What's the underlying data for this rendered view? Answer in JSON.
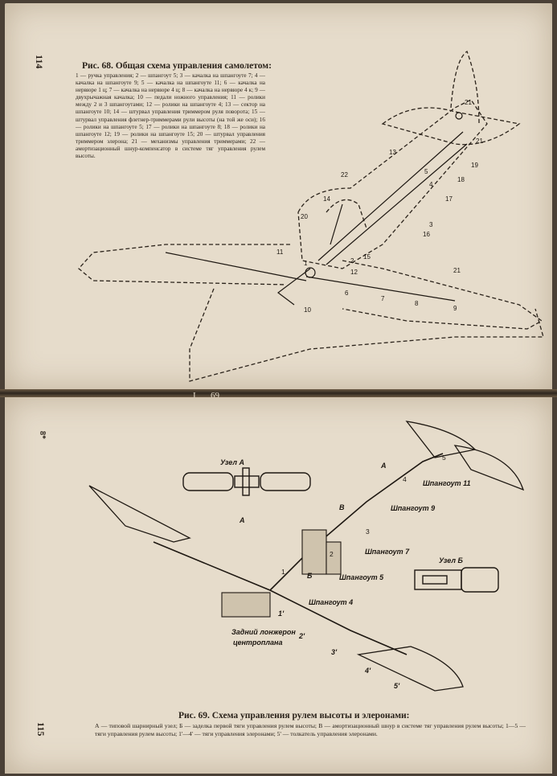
{
  "top_page": {
    "page_number": "114",
    "figure_title": "Рис. 68. Общая схема управления самолетом:",
    "legend": "1 — ручка управления; 2 — шпангоут 5; 3 — качалка на шпангоуте 7; 4 — качалка на шпангоуте 9; 5 — качалка на шпангоуте 11; 6 — качалка на нервюре 1 ц; 7 — качалка на нервюре 4 ц; 8 — качалка на нервюре 4 к; 9 — двухрычажная качалка; 10 — педали ножного управления; 11 — ролики между 2 и 3 шпангоутами; 12 — ролики на шпангоуте 4; 13 — сектор на шпангоуте 10; 14 — штурвал управления триммером руля поворота; 15 — штурвал управления флетнер-триммерами рули высоты (на той же оси); 16 — ролики на шпангоуте 5; 17 — ролики на шпангоуте 8; 18 — ролики на шпангоуте 12; 19 — ролики на шпангоуте 15; 20 — штурвал управления триммером элерона; 21 — механизмы управления триммерами; 22 — амортизационный шнур-компенсатор в системе тяг управления рулем высоты.",
    "callouts": [
      "1",
      "2",
      "3",
      "4",
      "5",
      "6",
      "7",
      "8",
      "9",
      "10",
      "11",
      "12",
      "13",
      "14",
      "15",
      "16",
      "17",
      "18",
      "19",
      "20",
      "21",
      "22"
    ]
  },
  "fold_mark": "69",
  "fold_tick": "I",
  "bottom_page": {
    "page_number": "115",
    "side_mark": "8*",
    "figure_title": "Рис. 69. Схема управления рулем высоты и элеронами:",
    "legend": "А — типовой шарнирный узел; Б — заделка первой тяги управления рулем высоты; В — амортизационный шнур в системе тяг управления рулем высоты; 1—5 — тяги управления рулем высоты; 1'—4' — тяги управления элеронами; 5' — толкатель управления элеронами.",
    "node_a": "Узел А",
    "node_b": "Узел Б",
    "frames": [
      "Шпангоут 11",
      "Шпангоут 9",
      "Шпангоут 7",
      "Шпангоут 5",
      "Шпангоут 4"
    ],
    "spar_line1": "Задний лонжерон",
    "spar_line2": "центроплана",
    "letters": [
      "А",
      "А",
      "Б",
      "В"
    ],
    "rod_numbers": [
      "1",
      "2",
      "3",
      "4",
      "5"
    ],
    "aileron_rods": [
      "1'",
      "2'",
      "3'",
      "4'",
      "5'"
    ]
  }
}
